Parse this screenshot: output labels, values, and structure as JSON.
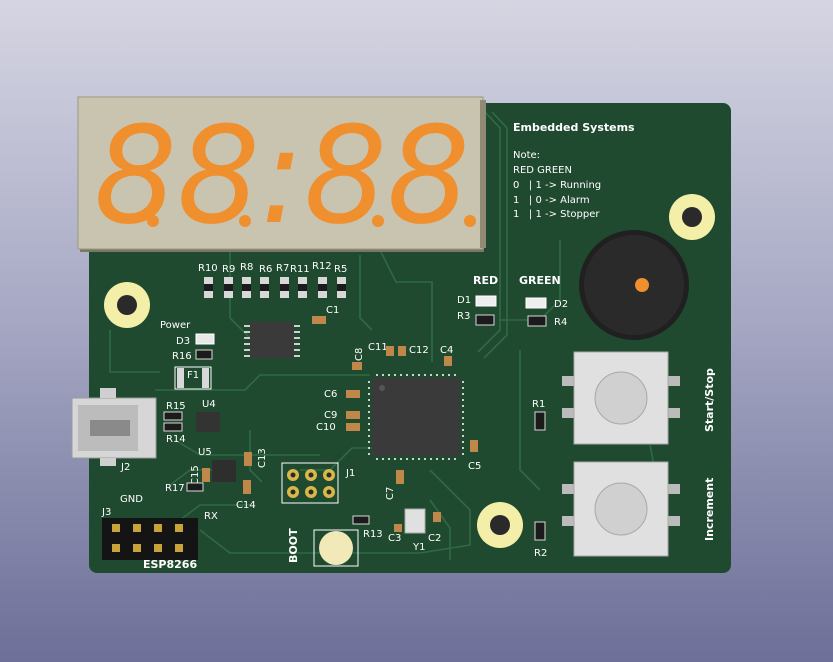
{
  "board": {
    "title": "Embedded Systems",
    "note": {
      "heading": "Note:",
      "header_row": "RED GREEN",
      "rows": [
        "0   | 1 -> Running",
        "1   | 0 -> Alarm",
        "1   | 1 -> Stopper"
      ]
    },
    "led_labels": {
      "red": "RED",
      "green": "GREEN"
    },
    "power_label": "Power",
    "buttons": {
      "start_stop": "Start/Stop",
      "increment": "Increment",
      "boot": "BOOT"
    },
    "header_labels": {
      "gnd": "GND",
      "rx": "RX",
      "module": "ESP8266"
    },
    "display_digits": "88:88"
  },
  "refs": {
    "r10": "R10",
    "r9": "R9",
    "r8": "R8",
    "r6": "R6",
    "r7": "R7",
    "r11": "R11",
    "r12": "R12",
    "r5": "R5",
    "c1": "C1",
    "d3": "D3",
    "r16": "R16",
    "f1": "F1",
    "c11": "C11",
    "c12": "C12",
    "c4": "C4",
    "c8": "C8",
    "c6": "C6",
    "c9": "C9",
    "c10": "C10",
    "d1": "D1",
    "r3": "R3",
    "d2": "D2",
    "r4": "R4",
    "r15": "R15",
    "r14": "R14",
    "u4": "U4",
    "j2": "J2",
    "u5": "U5",
    "c13": "C13",
    "c15": "C15",
    "c14": "C14",
    "r17": "R17",
    "j1": "J1",
    "j3": "J3",
    "c7": "C7",
    "c5": "C5",
    "r1": "R1",
    "r2": "R2",
    "r13": "R13",
    "c3": "C3",
    "c2": "C2",
    "y1": "Y1"
  },
  "colors": {
    "pcb": "#1f4a30",
    "trace": "#2f6a45",
    "silkscreen": "#ffffff",
    "display_body": "#c9c4b0",
    "segment": "#ef8f2e",
    "mount_hole_ring": "#f3efa8"
  }
}
